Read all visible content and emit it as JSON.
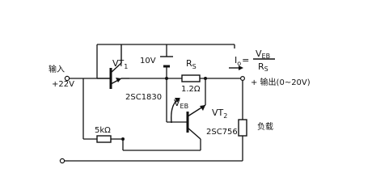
{
  "diagram": {
    "input": {
      "label": "输入",
      "voltage": "+22V"
    },
    "vt1": {
      "name": "VT",
      "sub": "1",
      "model": "2SC1830"
    },
    "battery": {
      "value": "10V"
    },
    "rs": {
      "name": "R",
      "sub": "S",
      "value": "1.2Ω"
    },
    "vt2": {
      "name": "VT",
      "sub": "2",
      "model": "2SC756"
    },
    "veb": {
      "name": "V",
      "sub": "EB"
    },
    "r5k": {
      "value": "5kΩ"
    },
    "formula": {
      "lhs": "I",
      "lhs_sub": "o",
      "eq": "=",
      "num": "V",
      "num_sub": "EB",
      "den": "R",
      "den_sub": "S"
    },
    "output": {
      "label": "+ 输出(0~20V)"
    },
    "load": {
      "label": "负载"
    }
  }
}
